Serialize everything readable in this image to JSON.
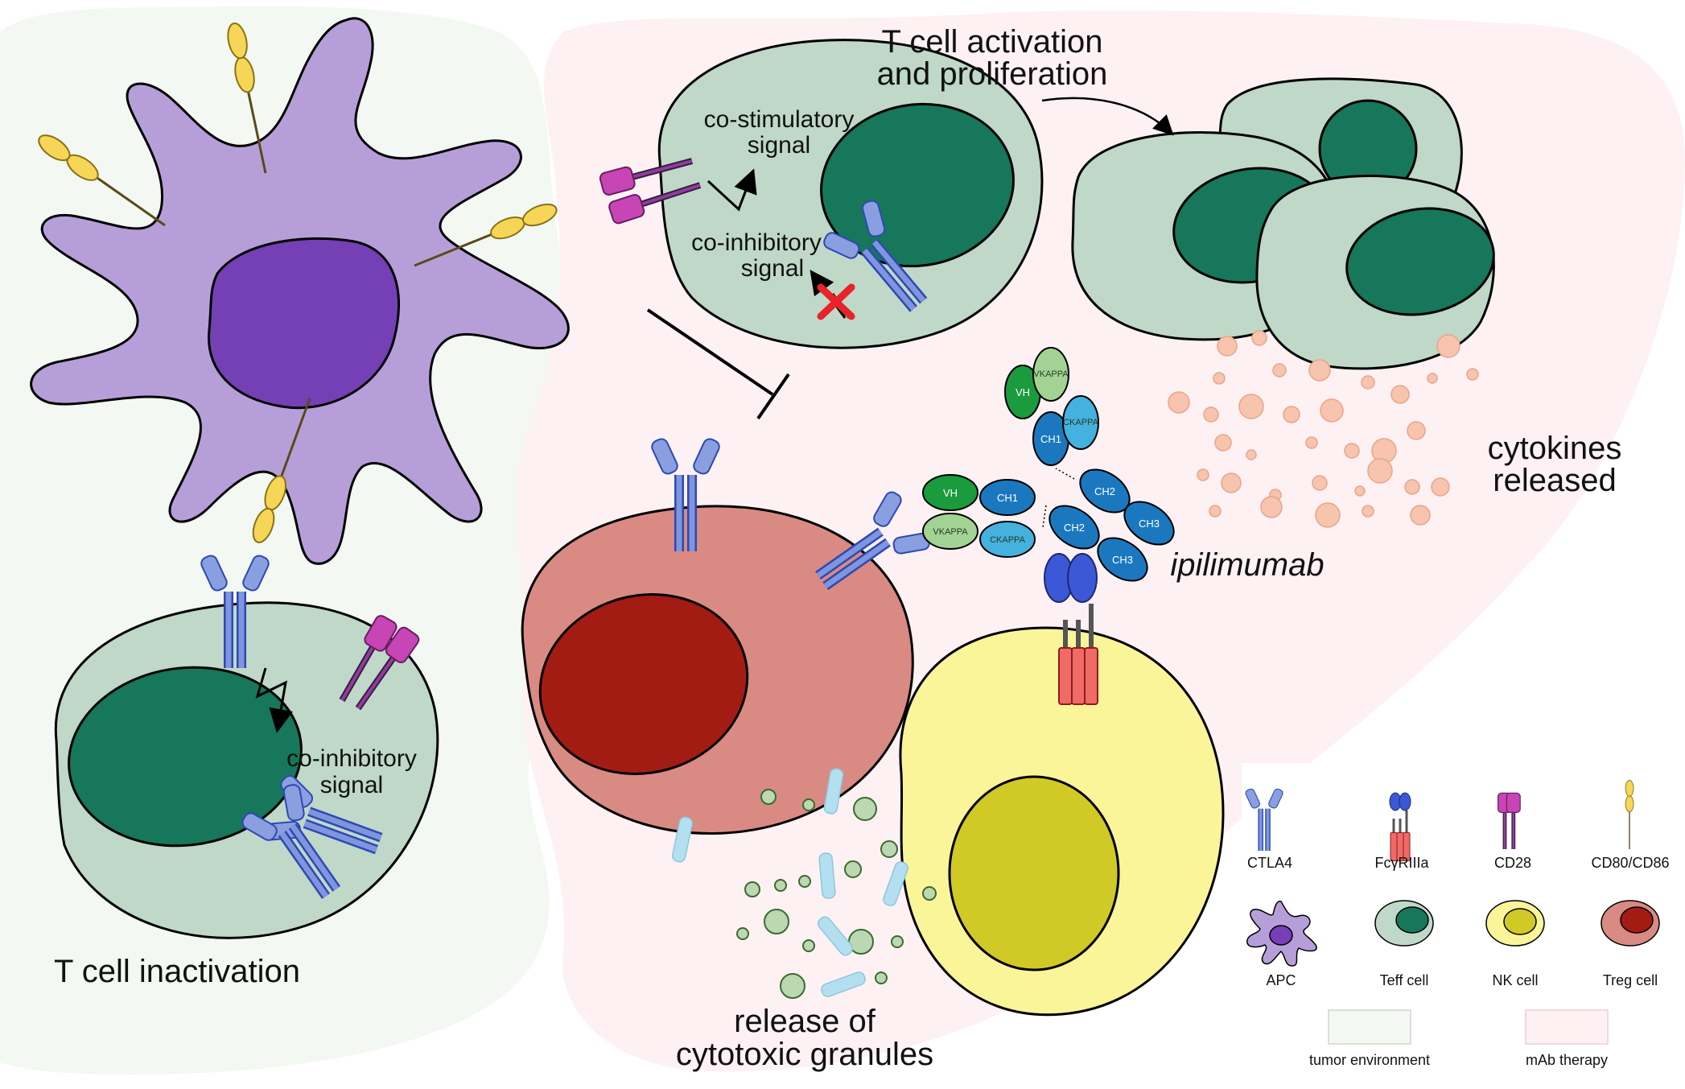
{
  "title_activation": [
    "T cell activation",
    "and proliferation"
  ],
  "label_inactivation": "T cell inactivation",
  "label_costim": [
    "co-stimulatory",
    "signal"
  ],
  "label_coinhib_top": [
    "co-inhibitory",
    "signal"
  ],
  "label_coinhib_bottom": [
    "co-inhibitory",
    "signal"
  ],
  "label_cytokines": [
    "cytokines",
    "released"
  ],
  "label_drug": "ipilimumab",
  "label_granules": [
    "release of",
    "cytotoxic granules"
  ],
  "antibody_domains": {
    "vh": "VH",
    "ch1": "CH1",
    "ch2": "CH2",
    "ch3": "CH3",
    "vkappa": "VKAPPA",
    "ckappa": "CKAPPA"
  },
  "legend": {
    "ctla4": "CTLA4",
    "fcgr": "FcγRIIIa",
    "cd28": "CD28",
    "cd80": "CD80/CD86",
    "apc": "APC",
    "teff": "Teff cell",
    "nk": "NK cell",
    "treg": "Treg cell",
    "tumor_env": "tumor environment",
    "mab": "mAb therapy"
  },
  "colors": {
    "tumor_env_bg": "#f3f8f2",
    "mab_bg": "#fdf1f4",
    "apc_body": "#b69fd9",
    "apc_nucleus": "#7540b5",
    "teff_body": "#bfd8c8",
    "teff_nucleus": "#16775a",
    "treg_body": "#d98a82",
    "treg_nucleus": "#a31c14",
    "nk_body": "#fbf59a",
    "nk_nucleus": "#d1c925",
    "ctla4": "#7f95dd",
    "cd28": "#c745b5",
    "cd80": "#f7d657",
    "fcgr": "#f06a66",
    "cytokine": "#f7c4ad",
    "granule": "#bcd8b2",
    "granule_rod": "#b2e0f0"
  }
}
